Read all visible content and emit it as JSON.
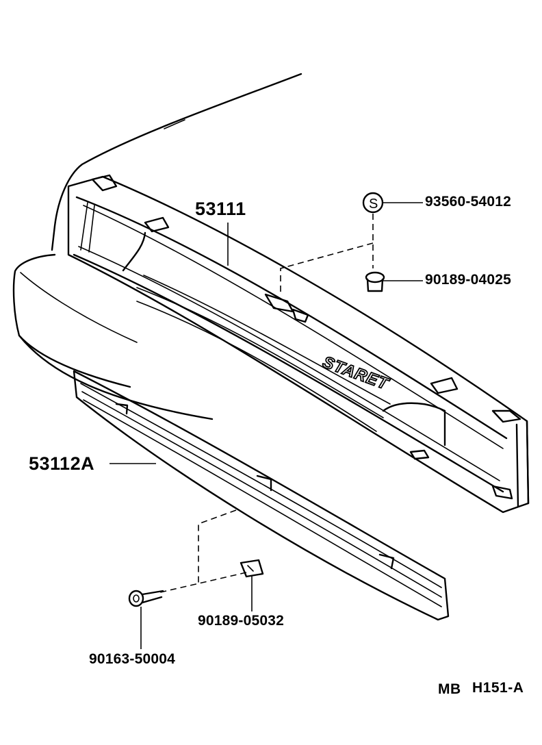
{
  "parts": {
    "upper_grille": "53111",
    "lower_grille": "53112A",
    "seal_clip": "93560-54012",
    "upper_clip": "90189-04025",
    "lower_clip": "90189-05032",
    "screw": "90163-50004"
  },
  "emblem_text": "STARET",
  "seal_symbol": "S",
  "diagram_ref": {
    "code1": "MB",
    "code2": "H151-A"
  }
}
